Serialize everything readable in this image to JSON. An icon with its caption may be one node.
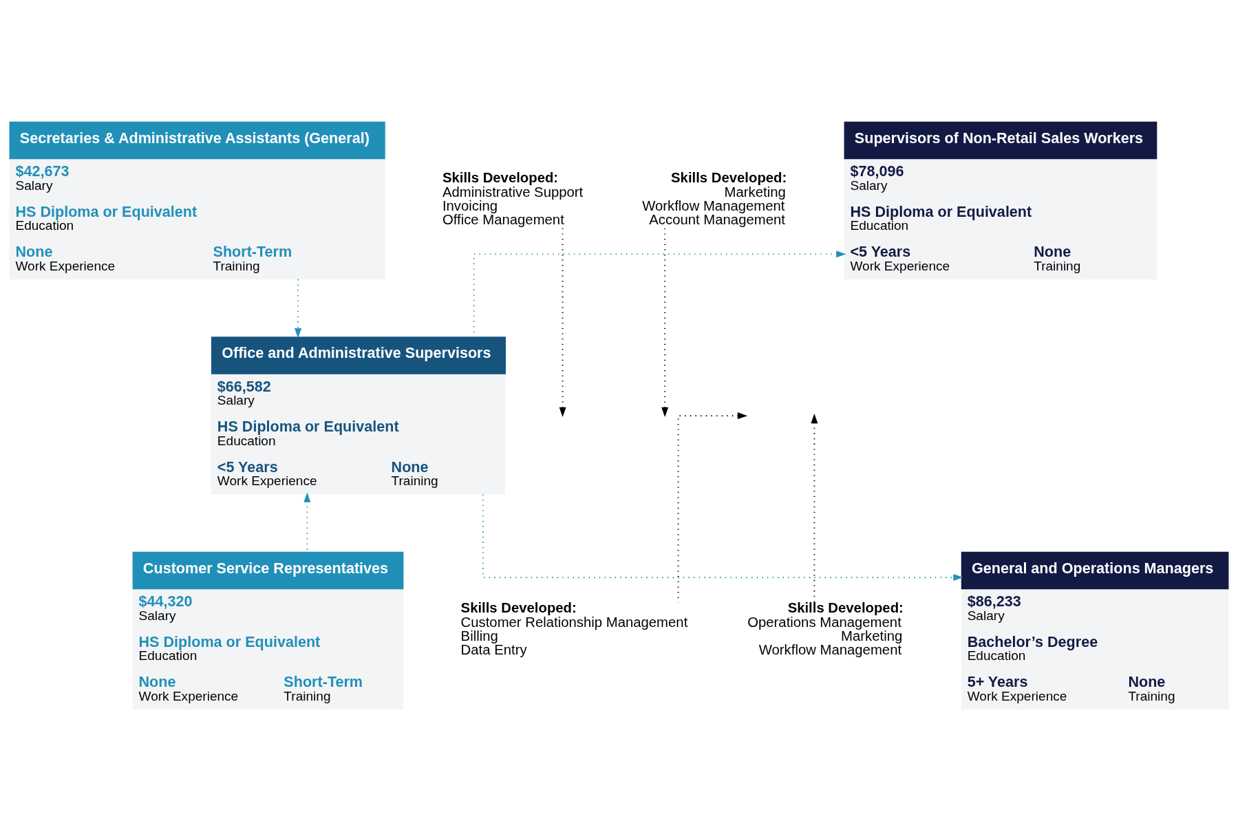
{
  "diagram": {
    "nodes": [
      {
        "text": [
          "Secretaries & Administrative Assistants (General)",
          "$42,673",
          "Salary",
          "HS Diploma or Equivalent",
          "Education",
          "None",
          "Work Experience",
          "Short-Term",
          "Training"
        ]
      },
      {
        "text": [
          "Skills Developed:",
          "Administrative Support",
          "Invoicing",
          "Office Management"
        ]
      },
      {
        "text": [
          "Skills Developed:",
          "Marketing",
          "Workflow Management",
          "Account Management"
        ]
      },
      {
        "text": [
          "Supervisors of Non-Retail Sales Workers",
          "$78,096",
          "Salary",
          "HS Diploma or Equivalent",
          "Education",
          "<5 Years",
          "Work Experience",
          "None",
          "Training"
        ]
      },
      {
        "text": [
          "Office and Administrative Supervisors",
          "$66,582",
          "Salary",
          "HS Diploma or Equivalent",
          "Education",
          "<5 Years",
          "Work Experience",
          "None",
          "Training"
        ]
      },
      {
        "text": [
          "Customer Service Representatives",
          "$44,320",
          "Salary",
          "HS Diploma or Equivalent",
          "Education",
          "None",
          "Work Experience",
          "Short-Term",
          "Training"
        ]
      },
      {
        "text": [
          "Skills Developed:",
          "Customer Relationship Management",
          "Billing",
          "Data Entry"
        ]
      },
      {
        "text": [
          "Skills Developed:",
          "Operations Management",
          "Marketing",
          "Workflow Management"
        ]
      },
      {
        "text": [
          "General and Operations Managers",
          "$86,233",
          "Salary",
          "Bachelor’s Degree",
          "Education",
          "5+ Years",
          "Work Experience",
          "None",
          "Training"
        ]
      }
    ],
    "edges": [
      {
        "from": 0,
        "to": 4,
        "arrow": "to",
        "style": "dashed",
        "color": "#2190b9"
      },
      {
        "from": 5,
        "to": 4,
        "arrow": "to",
        "style": "dashed",
        "color": "#2190b9"
      },
      {
        "from": 4,
        "to": 3,
        "arrow": "to",
        "style": "dashed",
        "color": "#2190b9"
      },
      {
        "from": 4,
        "to": 8,
        "arrow": "to",
        "style": "dashed",
        "color": "#2190b9"
      },
      {
        "from": 1,
        "to": null,
        "arrow": "to",
        "style": "dashed",
        "color": "#000000"
      },
      {
        "from": 2,
        "to": null,
        "arrow": "to",
        "style": "dashed",
        "color": "#000000"
      },
      {
        "from": 6,
        "to": null,
        "arrow": "to",
        "style": "dashed",
        "color": "#000000"
      },
      {
        "from": 7,
        "to": null,
        "arrow": "to",
        "style": "dashed",
        "color": "#000000"
      }
    ]
  }
}
